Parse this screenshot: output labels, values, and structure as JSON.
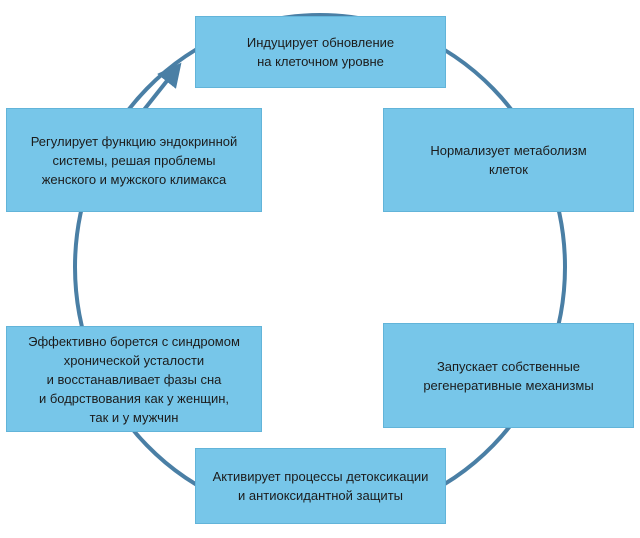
{
  "diagram": {
    "colors": {
      "box_fill": "#77c6e9",
      "box_border": "#62b4d9",
      "ring": "#4a7fa5",
      "text": "#1c1c1c"
    },
    "nodes": [
      {
        "id": "top",
        "text": "Индуцирует обновление\nна клеточном уровне"
      },
      {
        "id": "right-1",
        "text": "Нормализует метаболизм\nклеток"
      },
      {
        "id": "right-2",
        "text": "Запускает собственные\nрегенеративные механизмы"
      },
      {
        "id": "bottom",
        "text": "Активирует процессы детоксикации\nи антиоксидантной защиты"
      },
      {
        "id": "left-2",
        "text": "Эффективно борется с синдромом\nхронической усталости\nи восстанавливает фазы сна\nи бодрствования как у женщин,\nтак и у мужчин"
      },
      {
        "id": "left-1",
        "text": "Регулирует функцию эндокринной\nсистемы, решая проблемы\nженского и мужского климакса"
      }
    ]
  }
}
